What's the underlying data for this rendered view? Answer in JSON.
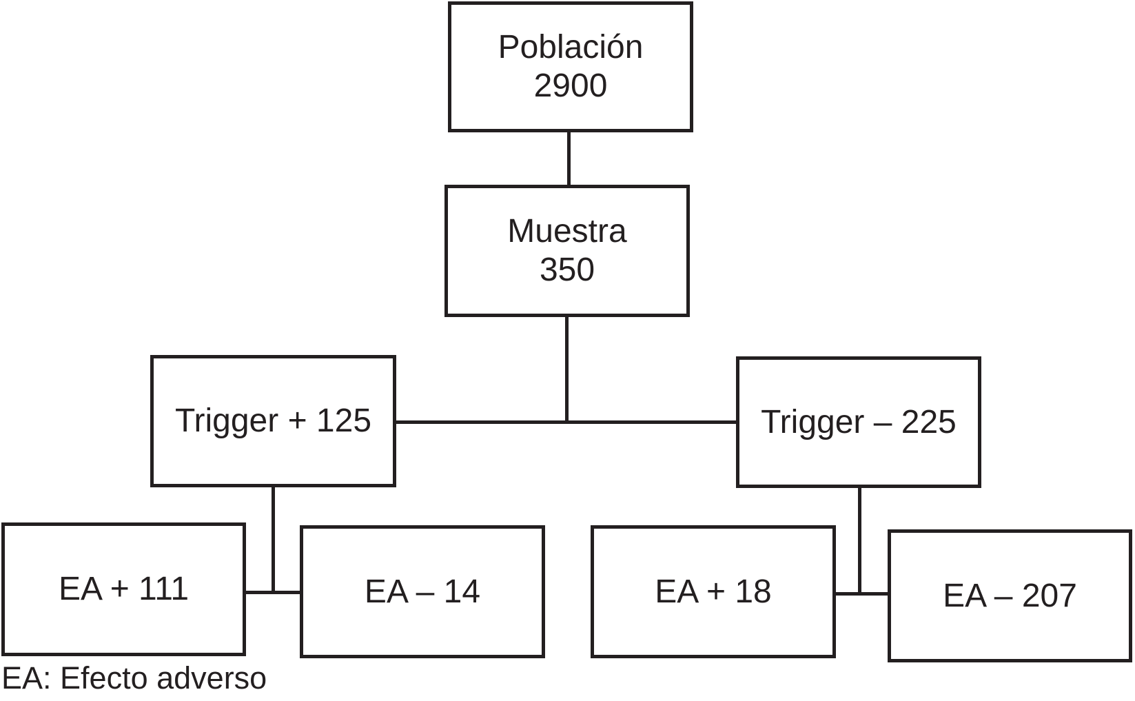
{
  "diagram": {
    "type": "flowchart",
    "nodes": {
      "poblacion": {
        "lines": [
          "Población",
          "2900"
        ]
      },
      "muestra": {
        "lines": [
          "Muestra",
          "350"
        ]
      },
      "trigger_pos": {
        "lines": [
          "Trigger + 125"
        ]
      },
      "trigger_neg": {
        "lines": [
          "Trigger – 225"
        ]
      },
      "ea_pos_111": {
        "lines": [
          "EA + 111"
        ]
      },
      "ea_neg_14": {
        "lines": [
          "EA – 14"
        ]
      },
      "ea_pos_18": {
        "lines": [
          "EA + 18"
        ]
      },
      "ea_neg_207": {
        "lines": [
          "EA – 207"
        ]
      }
    },
    "edges": [
      [
        "poblacion",
        "muestra"
      ],
      [
        "muestra",
        "trigger_pos"
      ],
      [
        "muestra",
        "trigger_neg"
      ],
      [
        "trigger_pos",
        "ea_pos_111"
      ],
      [
        "trigger_pos",
        "ea_neg_14"
      ],
      [
        "trigger_neg",
        "ea_pos_18"
      ],
      [
        "trigger_neg",
        "ea_neg_207"
      ]
    ],
    "footnote": "EA: Efecto adverso",
    "colors": {
      "line": "#231f20",
      "text": "#231f20",
      "background": "#ffffff"
    }
  }
}
